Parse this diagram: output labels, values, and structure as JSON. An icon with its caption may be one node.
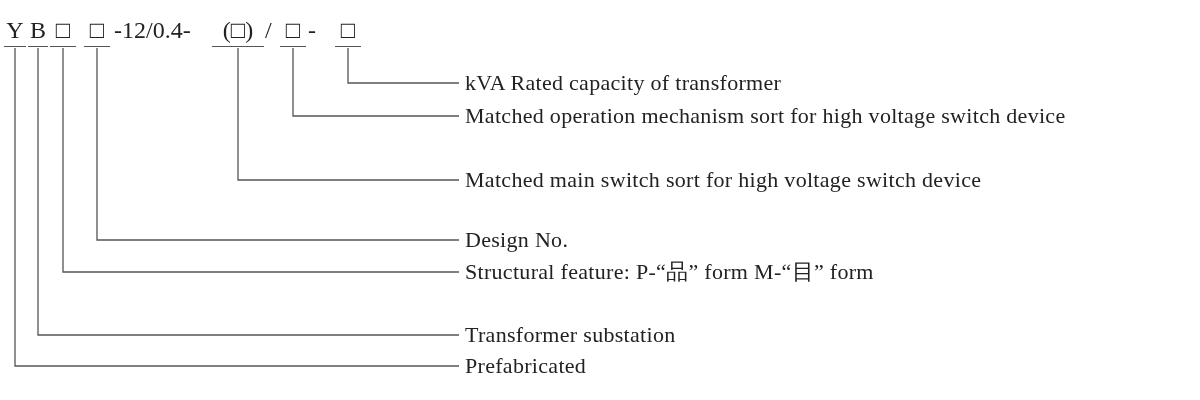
{
  "diagram": {
    "nodes": [
      {
        "text": [
          "Y"
        ]
      },
      {
        "text": [
          "B"
        ]
      },
      {
        "text": [
          "□"
        ]
      },
      {
        "text": [
          "□"
        ]
      },
      {
        "text": [
          "(□)"
        ]
      },
      {
        "text": [
          "□"
        ]
      },
      {
        "text": [
          "□"
        ]
      },
      {
        "text": [
          "kVA Rated capacity of transformer"
        ]
      },
      {
        "text": [
          "Matched operation mechanism sort for high voltage switch device"
        ]
      },
      {
        "text": [
          "Matched main switch sort for high voltage switch device"
        ]
      },
      {
        "text": [
          "Design No."
        ]
      },
      {
        "text": [
          "Structural feature: P-“品” form M-“目” form"
        ]
      },
      {
        "text": [
          "Transformer substation"
        ]
      },
      {
        "text": [
          "Prefabricated"
        ]
      }
    ],
    "edges": [
      {
        "from": 7,
        "to": 6,
        "arrow": "none"
      },
      {
        "from": 8,
        "to": 5,
        "arrow": "none"
      },
      {
        "from": 9,
        "to": 4,
        "arrow": "none"
      },
      {
        "from": 10,
        "to": 3,
        "arrow": "none"
      },
      {
        "from": 11,
        "to": 2,
        "arrow": "none"
      },
      {
        "from": 12,
        "to": 1,
        "arrow": "none"
      },
      {
        "from": 13,
        "to": 0,
        "arrow": "none"
      }
    ],
    "labels": [
      "-12/0.4-",
      "/",
      "-"
    ]
  }
}
